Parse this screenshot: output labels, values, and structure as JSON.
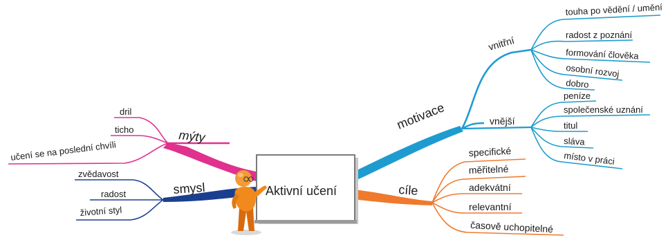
{
  "center": {
    "title": "Aktivní učení"
  },
  "colors": {
    "myty": "#e0318f",
    "smysl": "#1b3f8f",
    "motivace": "#1e9ccf",
    "cile": "#ef7a2d",
    "figure": "#f08a1c"
  },
  "branches": {
    "myty": {
      "label": "mýty",
      "leaves": [
        "dril",
        "ticho",
        "učení se na poslední chvíli"
      ]
    },
    "smysl": {
      "label": "smysl",
      "leaves": [
        "zvědavost",
        "radost",
        "životní styl"
      ]
    },
    "motivace": {
      "label": "motivace",
      "sub": {
        "vnitrni": {
          "label": "vnitřní",
          "leaves": [
            "touha po vědění / umění",
            "radost z poznání",
            "formování člověka",
            "osobní rozvoj",
            "dobro"
          ]
        },
        "vnejsi": {
          "label": "vnější",
          "leaves": [
            "peníze",
            "společenské uznání",
            "titul",
            "sláva",
            "místo v práci"
          ]
        }
      }
    },
    "cile": {
      "label": "cíle",
      "leaves": [
        "specifické",
        "měřitelné",
        "adekvátní",
        "relevantní",
        "časově uchopitelné"
      ]
    }
  }
}
